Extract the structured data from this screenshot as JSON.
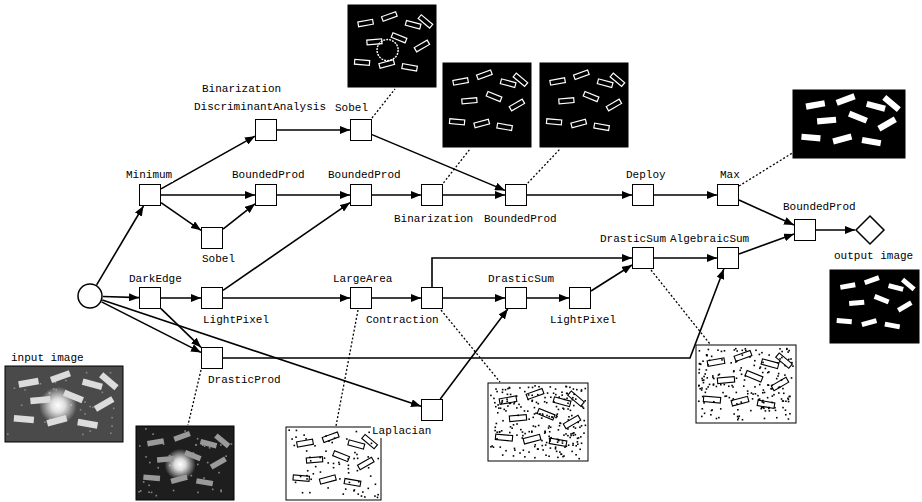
{
  "diagram": {
    "nodes": [
      {
        "text": [
          "input image"
        ]
      },
      {
        "text": [
          "Minimum"
        ]
      },
      {
        "text": [
          "DarkEdge"
        ]
      },
      {
        "text": [
          "DrasticProd"
        ]
      },
      {
        "text": [
          "Binarization",
          "DiscriminantAnalysis"
        ]
      },
      {
        "text": [
          "BoundedProd"
        ]
      },
      {
        "text": [
          "Sobel"
        ]
      },
      {
        "text": [
          "LightPixel"
        ]
      },
      {
        "text": [
          "Sobel"
        ]
      },
      {
        "text": [
          "BoundedProd"
        ]
      },
      {
        "text": [
          "LargeArea"
        ]
      },
      {
        "text": [
          "Laplacian"
        ]
      },
      {
        "text": [
          "Binarization"
        ]
      },
      {
        "text": [
          "Contraction"
        ]
      },
      {
        "text": [
          "BoundedProd"
        ]
      },
      {
        "text": [
          "DrasticSum"
        ]
      },
      {
        "text": [
          "LightPixel"
        ]
      },
      {
        "text": [
          "Deploy"
        ]
      },
      {
        "text": [
          "DrasticSum"
        ]
      },
      {
        "text": [
          "Max"
        ]
      },
      {
        "text": [
          "AlgebraicSum"
        ]
      },
      {
        "text": [
          "BoundedProd"
        ]
      },
      {
        "text": [
          "output image"
        ]
      }
    ],
    "edges": [
      {
        "from": 0,
        "to": 1,
        "arrow": "to"
      },
      {
        "from": 0,
        "to": 2,
        "arrow": "to"
      },
      {
        "from": 0,
        "to": 3,
        "arrow": "to"
      },
      {
        "from": 0,
        "to": 11,
        "arrow": "to"
      },
      {
        "from": 1,
        "to": 4,
        "arrow": "to"
      },
      {
        "from": 1,
        "to": 5,
        "arrow": "to"
      },
      {
        "from": 1,
        "to": 6,
        "arrow": "to"
      },
      {
        "from": 6,
        "to": 5,
        "arrow": "to"
      },
      {
        "from": 4,
        "to": 8,
        "arrow": "to"
      },
      {
        "from": 8,
        "to": 14,
        "arrow": "to"
      },
      {
        "from": 5,
        "to": 9,
        "arrow": "to"
      },
      {
        "from": 7,
        "to": 9,
        "arrow": "to"
      },
      {
        "from": 9,
        "to": 12,
        "arrow": "to"
      },
      {
        "from": 12,
        "to": 14,
        "arrow": "to"
      },
      {
        "from": 14,
        "to": 17,
        "arrow": "to"
      },
      {
        "from": 17,
        "to": 19,
        "arrow": "to"
      },
      {
        "from": 19,
        "to": 21,
        "arrow": "to"
      },
      {
        "from": 2,
        "to": 7,
        "arrow": "to"
      },
      {
        "from": 2,
        "to": 3,
        "arrow": "to"
      },
      {
        "from": 7,
        "to": 10,
        "arrow": "to"
      },
      {
        "from": 10,
        "to": 13,
        "arrow": "to"
      },
      {
        "from": 13,
        "to": 15,
        "arrow": "to"
      },
      {
        "from": 13,
        "to": 18,
        "arrow": "to"
      },
      {
        "from": 11,
        "to": 15,
        "arrow": "to"
      },
      {
        "from": 15,
        "to": 16,
        "arrow": "to"
      },
      {
        "from": 16,
        "to": 18,
        "arrow": "to"
      },
      {
        "from": 18,
        "to": 20,
        "arrow": "to"
      },
      {
        "from": 3,
        "to": 20,
        "arrow": "to"
      },
      {
        "from": 20,
        "to": 21,
        "arrow": "to"
      },
      {
        "from": 21,
        "to": 22,
        "arrow": "to"
      }
    ]
  }
}
